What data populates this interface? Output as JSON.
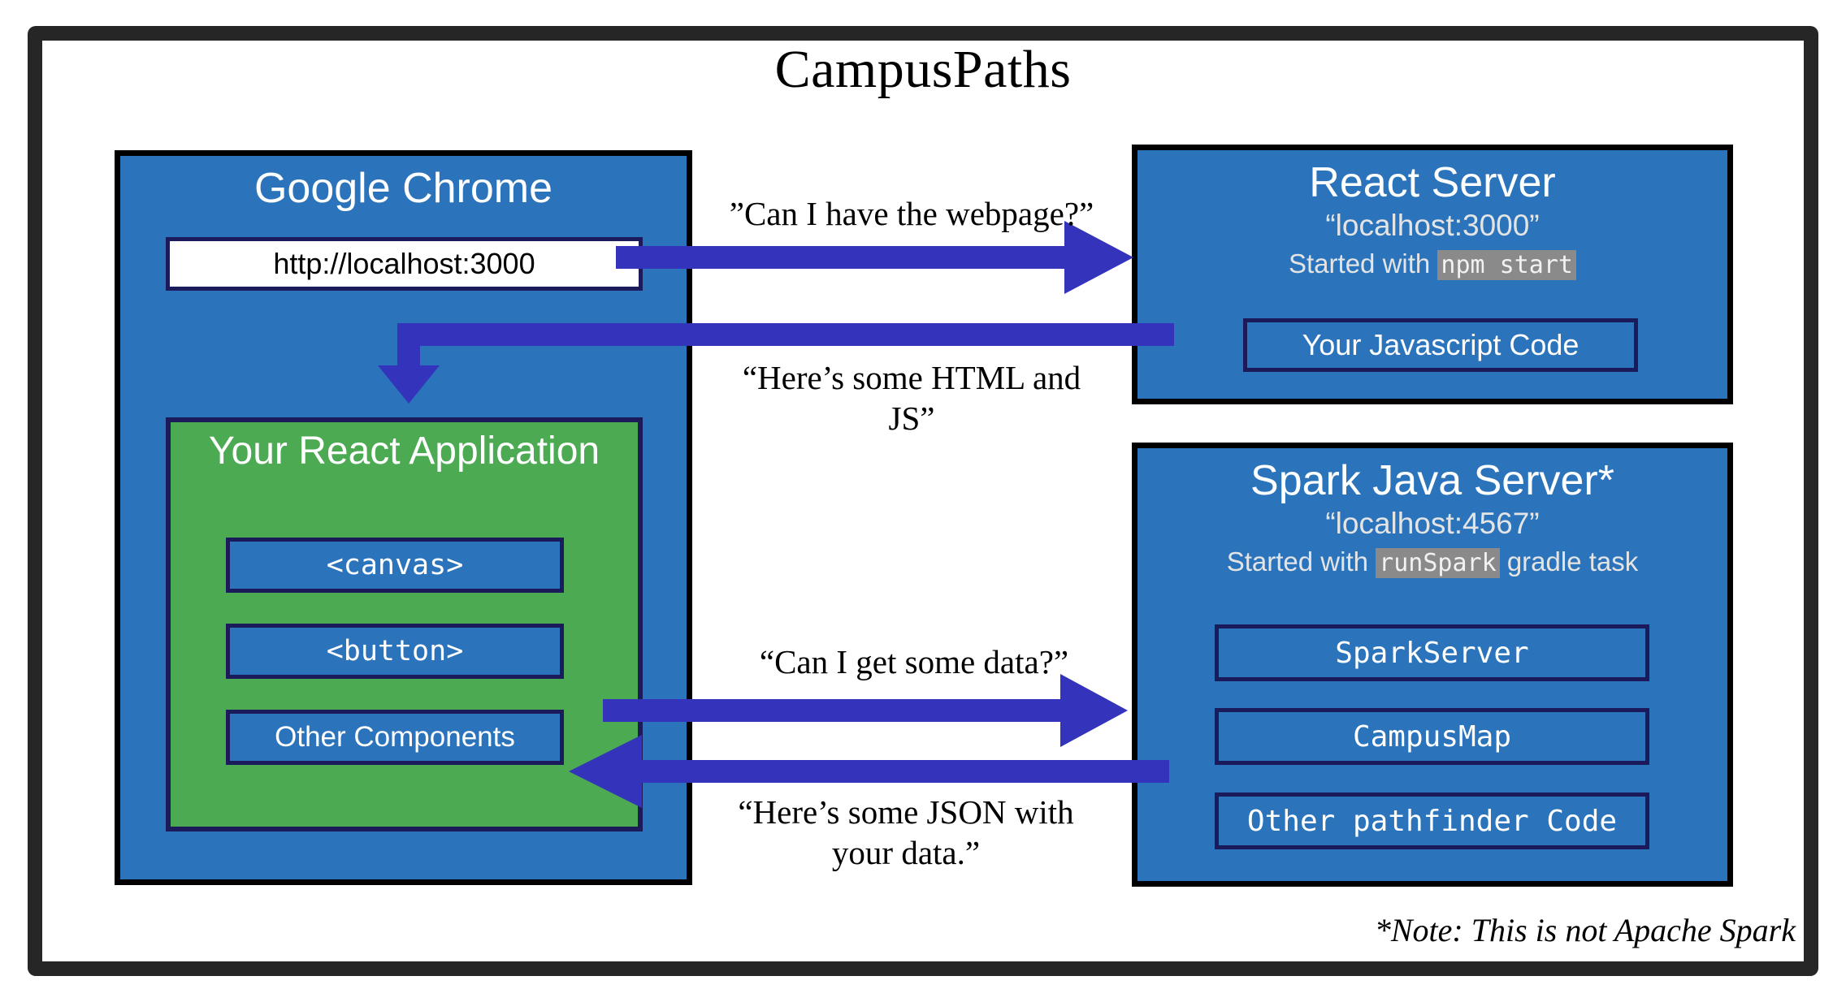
{
  "diagram": {
    "title": "CampusPaths",
    "footnote": "*Note: This is not Apache Spark",
    "colors": {
      "frame": "#262626",
      "panel_blue": "#2B74BC",
      "panel_green": "#4CAA52",
      "inner_border_navy": "#1B1B5C",
      "arrow_blue": "#3333BB",
      "code_chip_gray": "#8A8A8A",
      "background": "#FFFFFF"
    }
  },
  "browser": {
    "title": "Google Chrome",
    "url_value": "http://localhost:3000",
    "react_app": {
      "title": "Your React Application",
      "components": [
        {
          "label": "<canvas>",
          "style": "mono"
        },
        {
          "label": "<button>",
          "style": "mono"
        },
        {
          "label": "Other Components",
          "style": "sans"
        }
      ]
    }
  },
  "react_server": {
    "title": "React Server",
    "address": "“localhost:3000”",
    "started_prefix": "Started with ",
    "started_command": "npm start",
    "started_suffix": "",
    "boxes": [
      {
        "label": "Your Javascript Code",
        "style": "sans"
      }
    ]
  },
  "spark_server": {
    "title": "Spark Java Server*",
    "address": "“localhost:4567”",
    "started_prefix": "Started with ",
    "started_command": "runSpark",
    "started_suffix": " gradle task",
    "boxes": [
      {
        "label": "SparkServer",
        "style": "mono"
      },
      {
        "label": "CampusMap",
        "style": "mono"
      },
      {
        "label": "Other pathfinder Code",
        "style": "mono"
      }
    ]
  },
  "arrows": [
    {
      "name": "request-webpage",
      "label": "”Can I have the webpage?”",
      "from": "Google Chrome",
      "to": "React Server",
      "direction": "right"
    },
    {
      "name": "response-html-js",
      "label": "“Here’s some HTML and JS”",
      "from": "React Server",
      "to": "Your React Application",
      "direction": "left-then-down"
    },
    {
      "name": "request-data",
      "label": "“Can I get some data?”",
      "from": "Your React Application",
      "to": "Spark Java Server",
      "direction": "right"
    },
    {
      "name": "response-json",
      "label": "“Here’s some JSON with your data.”",
      "from": "Spark Java Server",
      "to": "Your React Application",
      "direction": "left"
    }
  ]
}
